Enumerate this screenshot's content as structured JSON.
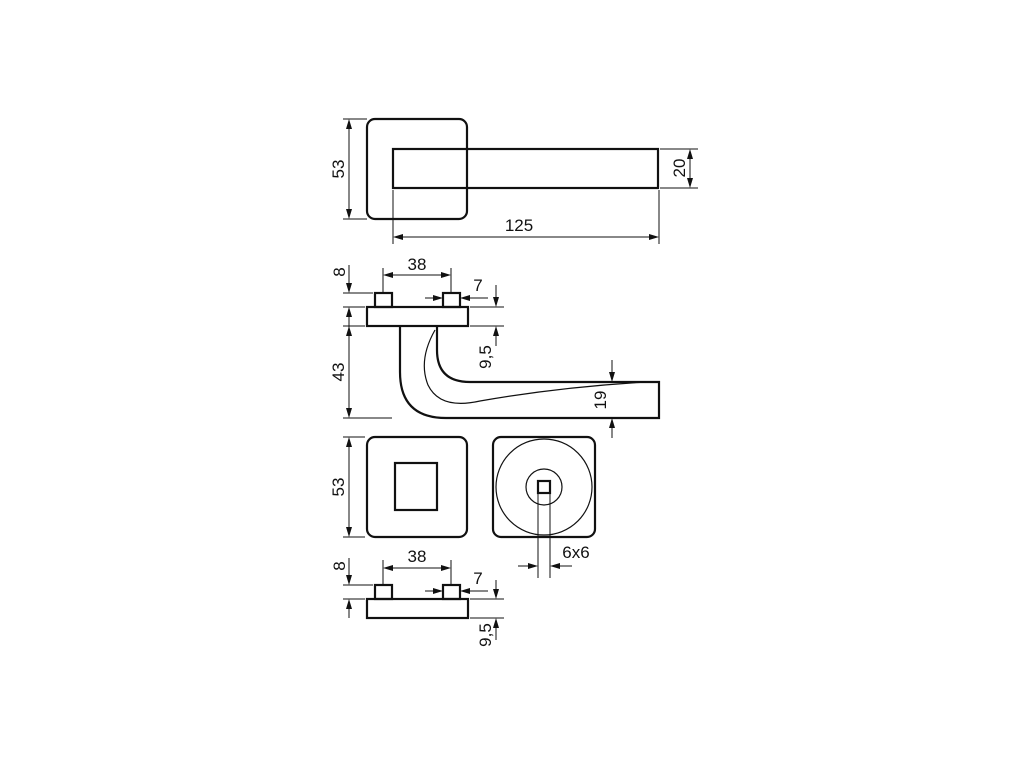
{
  "drawing": {
    "top_view": {
      "rose_height": "53",
      "lever_height": "20",
      "length": "125"
    },
    "side_view": {
      "pin_height": "8",
      "pin_spacing": "38",
      "pin_width": "7",
      "rose_thickness": "9,5",
      "handle_height": "43",
      "lever_thickness": "19"
    },
    "rose_front": {
      "height": "53"
    },
    "rose_back": {
      "spindle": "6x6"
    },
    "escutcheon_side": {
      "pin_height": "8",
      "pin_spacing": "38",
      "pin_width": "7",
      "thickness": "9,5"
    }
  }
}
